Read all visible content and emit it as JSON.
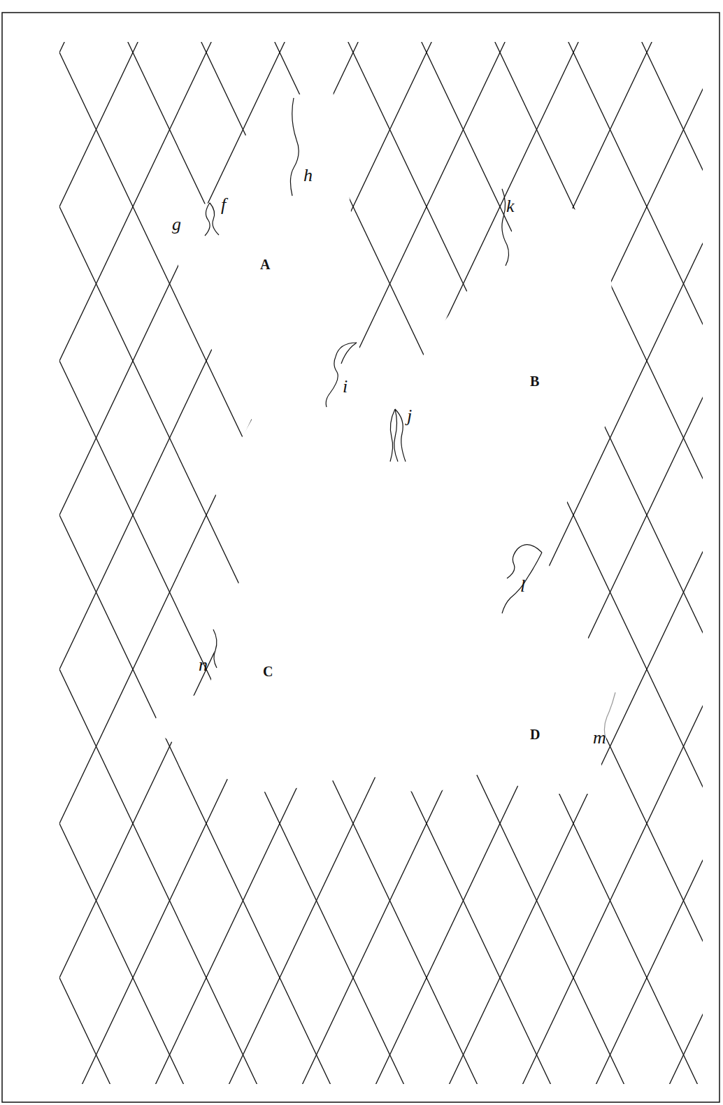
{
  "diagram": {
    "labels": [
      "A",
      "B",
      "C",
      "D",
      "f",
      "g",
      "h",
      "i",
      "j",
      "k",
      "l",
      "m",
      "n"
    ]
  }
}
